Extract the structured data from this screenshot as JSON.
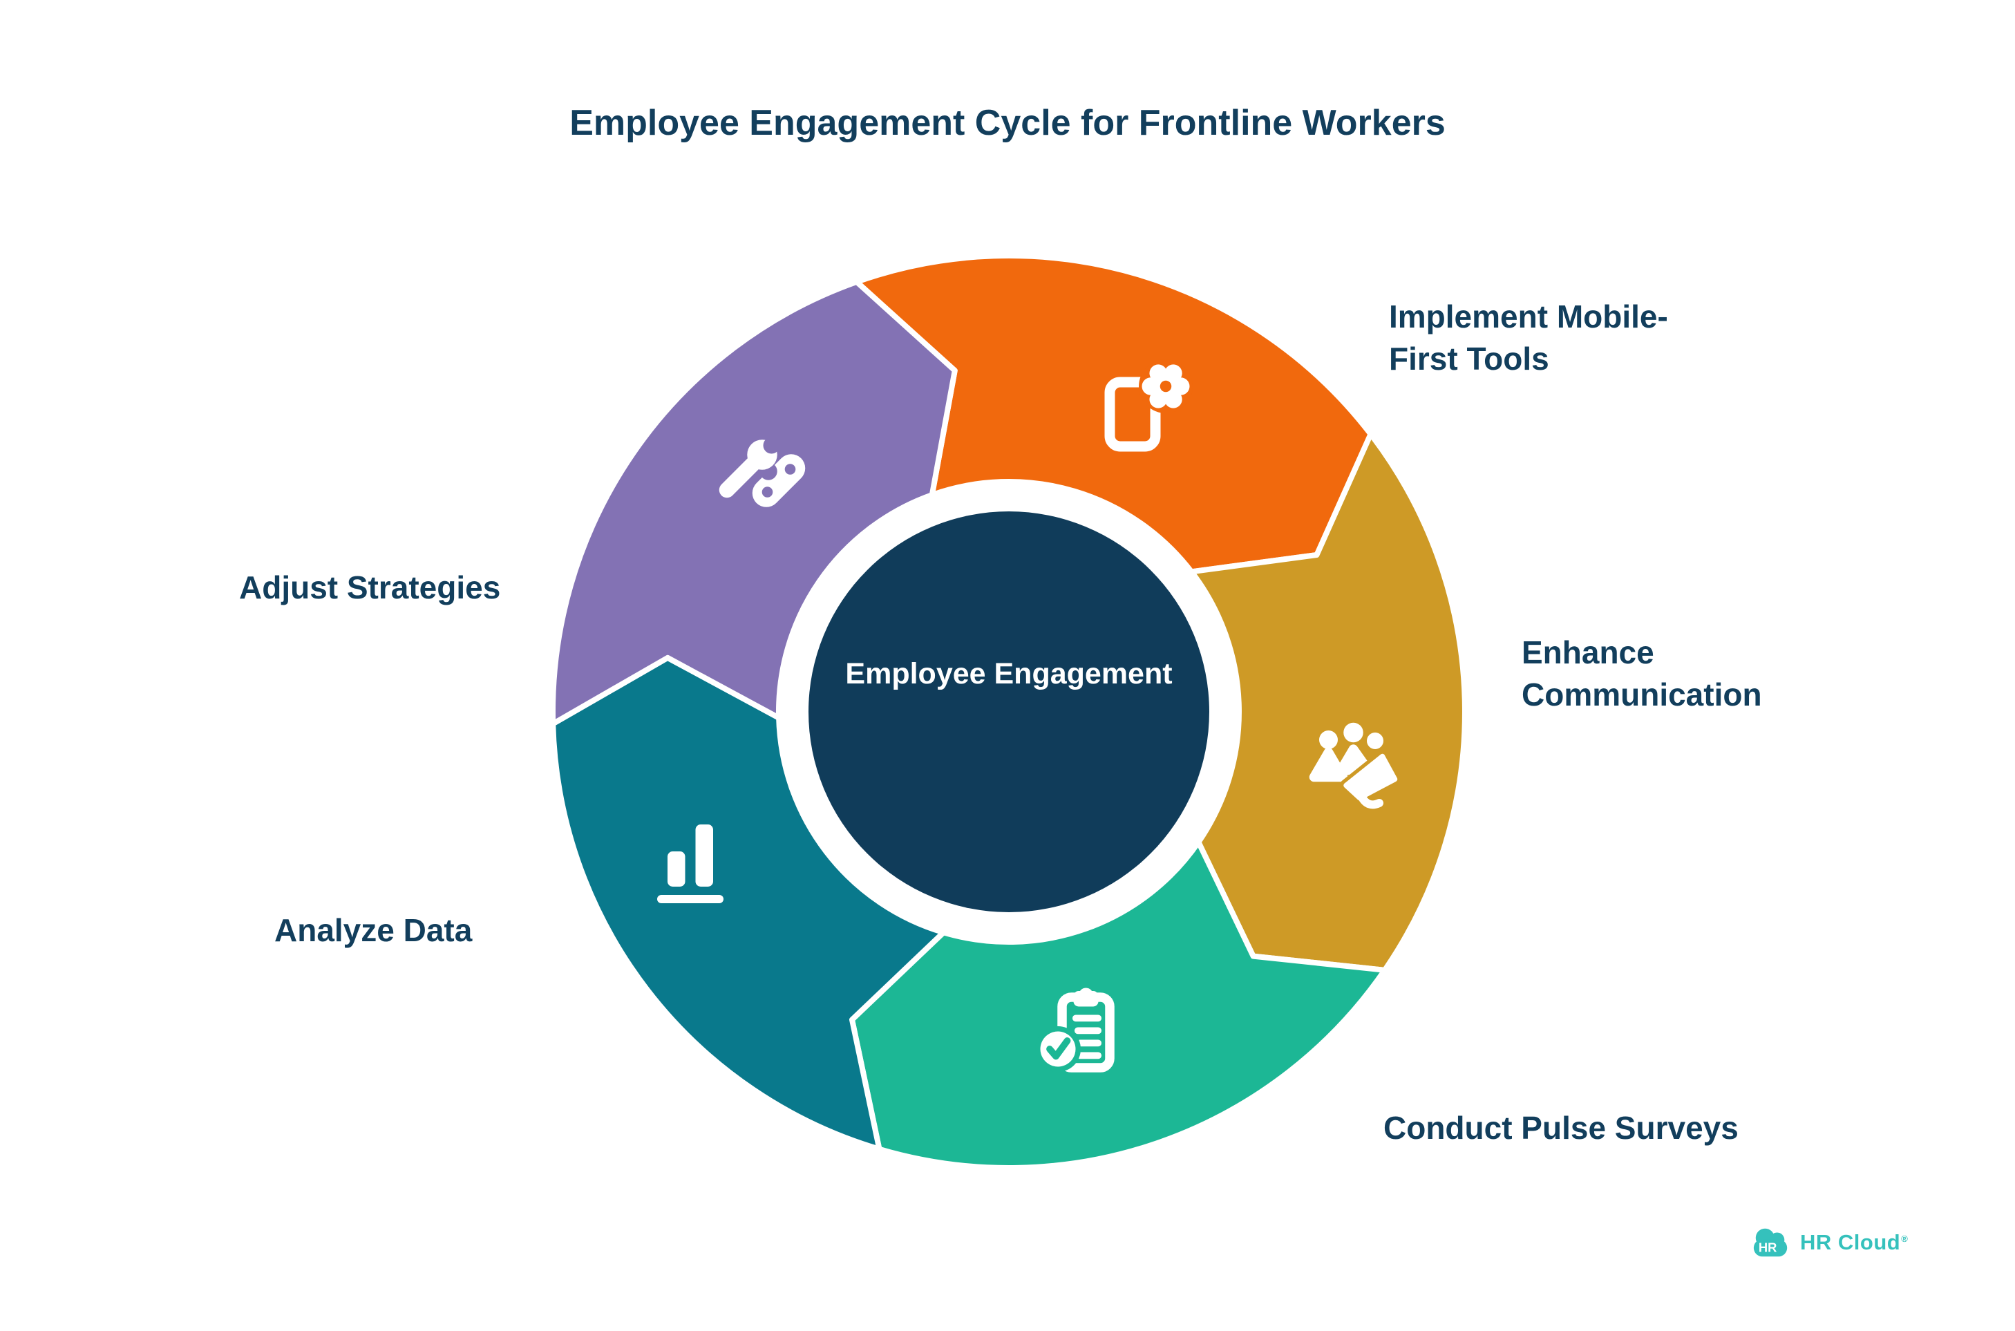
{
  "title": "Employee Engagement Cycle for Frontline Workers",
  "text_color": "#123E5C",
  "center": {
    "label": "Employee Engagement",
    "color": "#103C5A"
  },
  "segments": [
    {
      "label": "Implement Mobile-\nFirst Tools",
      "color": "#F1690D",
      "icon": "mobile-gear-icon"
    },
    {
      "label": "Enhance\nCommunication",
      "color": "#CE9A26",
      "icon": "megaphone-people-icon"
    },
    {
      "label": "Conduct Pulse Surveys",
      "color": "#1CB795",
      "icon": "clipboard-check-icon"
    },
    {
      "label": "Analyze Data",
      "color": "#09798C",
      "icon": "bar-chart-icon"
    },
    {
      "label": "Adjust Strategies",
      "color": "#8372B4",
      "icon": "wrench-tools-icon"
    }
  ],
  "logo": {
    "badge": "HR",
    "name": "HR Cloud",
    "registered": "®",
    "color": "#35C1BC"
  }
}
